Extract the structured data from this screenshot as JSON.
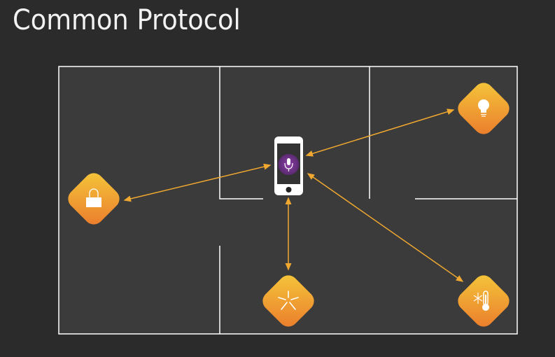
{
  "slide": {
    "title": "Common Protocol"
  },
  "colors": {
    "background": "#2b2b2b",
    "floor": "#3b3b3b",
    "wall": "#ffffff",
    "arrow": "#f0a830",
    "accent_start": "#f5c23a",
    "accent_end": "#ea7f2c",
    "siri": "#7a3a9a"
  },
  "devices": [
    {
      "name": "phone",
      "icon": "phone-siri-icon"
    },
    {
      "name": "lock",
      "icon": "lock-icon"
    },
    {
      "name": "light",
      "icon": "lightbulb-icon"
    },
    {
      "name": "sprinkler",
      "icon": "sprinkler-icon"
    },
    {
      "name": "thermostat",
      "icon": "thermostat-icon"
    }
  ]
}
